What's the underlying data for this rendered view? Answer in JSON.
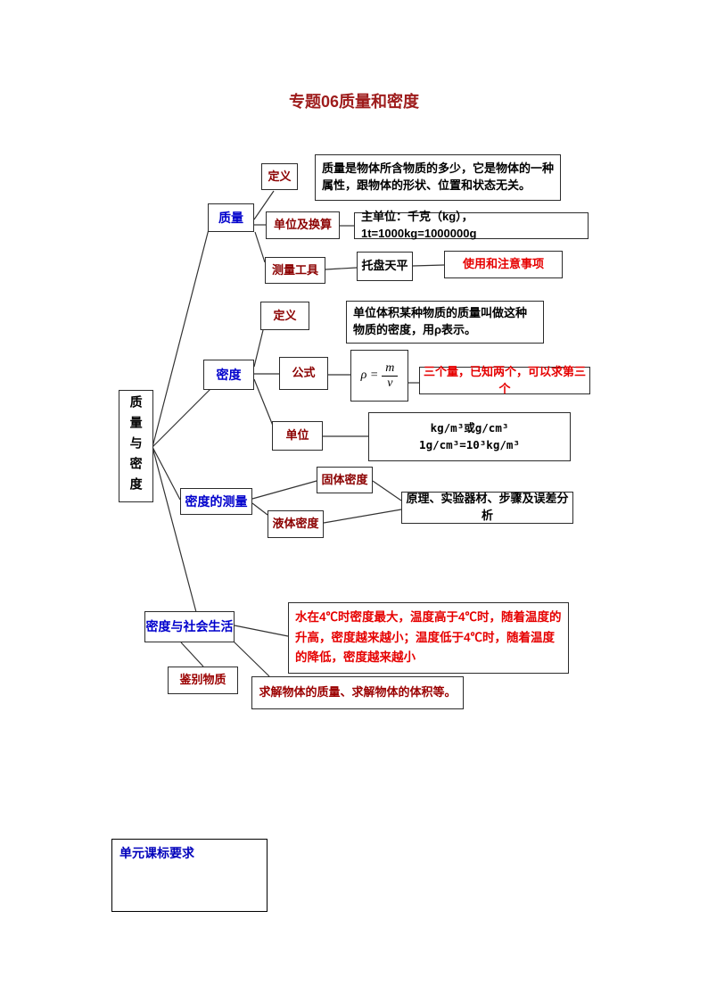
{
  "page": {
    "title": "专题06质量和密度"
  },
  "map": {
    "root": "质量与密度",
    "mass": {
      "label": "质量",
      "definition_label": "定义",
      "definition_text": "质量是物体所含物质的多少，它是物体的一种属性，跟物体的形状、位置和状态无关。",
      "unit_label": "单位及换算",
      "unit_text": "主单位：千克（kg），1t=1000kg=1000000g",
      "tool_label": "测量工具",
      "tool_name": "托盘天平",
      "tool_note": "使用和注意事项"
    },
    "density": {
      "label": "密度",
      "definition_label": "定义",
      "definition_text": "单位体积某种物质的质量叫做这种物质的密度，用ρ表示。",
      "formula_label": "公式",
      "formula": {
        "lhs": "ρ =",
        "numerator": "m",
        "denominator": "v"
      },
      "formula_note": "三个量，已知两个，可以求第三个",
      "unit_label": "单位",
      "unit_text": "kg/m³或g/cm³　　1g/cm³=10³kg/m³"
    },
    "measurement": {
      "label": "密度的测量",
      "solid_label": "固体密度",
      "liquid_label": "液体密度",
      "detail_text": "原理、实验器材、步骤及误差分析"
    },
    "social": {
      "label": "密度与社会生活",
      "note_text": "水在4℃时密度最大，温度高于4℃时，随着温度的升高，密度越来越小；温度低于4℃时，随着温度的降低，密度越来越小"
    },
    "identify": {
      "label": "鉴别物质",
      "note_text": "求解物体的质量、求解物体的体积等。"
    }
  },
  "footer": {
    "heading": "单元课标要求"
  },
  "colors": {
    "title_red": "#9e1c1c",
    "category_blue": "#0000cc",
    "label_dark_red": "#8b0000",
    "note_bright_red": "#e60000",
    "note_dark_red": "#9b0000",
    "body_black": "#000000",
    "line_color": "#333333"
  }
}
